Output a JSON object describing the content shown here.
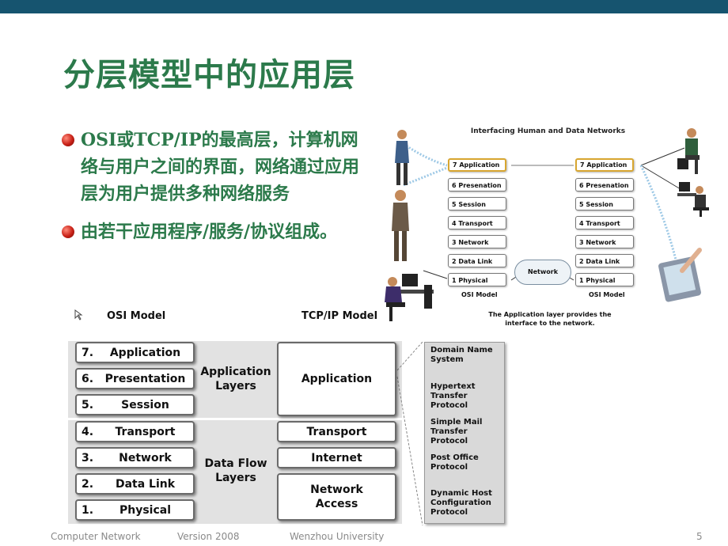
{
  "slide": {
    "title": "分层模型中的应用层",
    "bullets": [
      "OSI或TCP/IP的最高层，计算机网络与用户之间的界面，网络通过应用层为用户提供多种网络服务",
      "由若干应用程序/服务/协议组成。"
    ]
  },
  "figure_top": {
    "title": "Interfacing Human and Data Networks",
    "left_layers": [
      "7 Application",
      "6 Presenation",
      "5 Session",
      "4 Transport",
      "3 Network",
      "2 Data Link",
      "1 Physical"
    ],
    "right_layers": [
      "7 Application",
      "6 Presenation",
      "5 Session",
      "4 Transport",
      "3 Network",
      "2 Data Link",
      "1 Physical"
    ],
    "left_caption": "OSI Model",
    "right_caption": "OSI Model",
    "network_label": "Network",
    "caption": "The Application layer provides the interface to the network."
  },
  "figure_bottom": {
    "osi_header": "OSI Model",
    "tcpip_header": "TCP/IP Model",
    "osi_layers": [
      {
        "num": "7.",
        "name": "Application"
      },
      {
        "num": "6.",
        "name": "Presentation"
      },
      {
        "num": "5.",
        "name": "Session"
      },
      {
        "num": "4.",
        "name": "Transport"
      },
      {
        "num": "3.",
        "name": "Network"
      },
      {
        "num": "2.",
        "name": "Data Link"
      },
      {
        "num": "1.",
        "name": "Physical"
      }
    ],
    "group_application": "Application Layers",
    "group_dataflow": "Data Flow Layers",
    "tcpip_layers": [
      "Application",
      "Transport",
      "Internet",
      "Network Access"
    ],
    "protocols": [
      "Domain Name System",
      "Hypertext Transfer Protocol",
      "Simple Mail Transfer Protocol",
      "Post Office Protocol",
      "Dynamic Host Configuration Protocol"
    ]
  },
  "footer": {
    "course": "Computer Network",
    "version": "Version 2008",
    "school": "Wenzhou University",
    "page": "5"
  },
  "colors": {
    "topbar": "#16546f",
    "title": "#2c7a4b",
    "bullet_dot": "#c82016",
    "highlight_border": "#d8a630"
  }
}
